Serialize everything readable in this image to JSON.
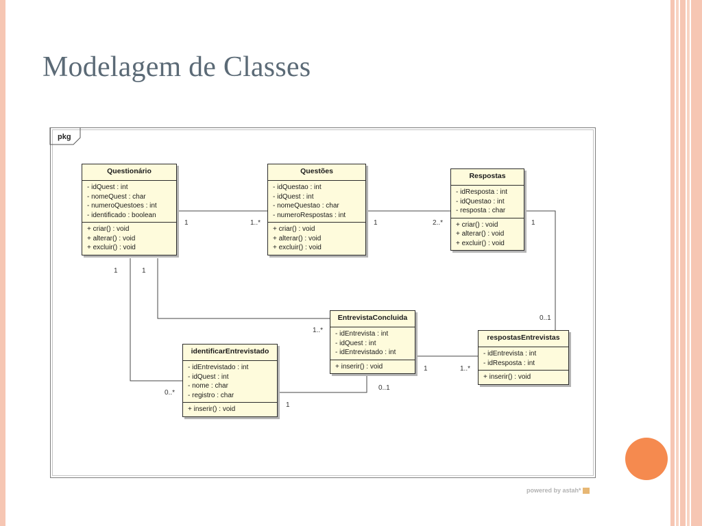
{
  "slide": {
    "title": "Modelagem de Classes"
  },
  "diagram": {
    "frame_label": "pkg",
    "classes": {
      "questionario": {
        "name": "Questionário",
        "attributes": [
          "- idQuest : int",
          "- nomeQuest : char",
          "- numeroQuestoes : int",
          "- identificado : boolean"
        ],
        "operations": [
          "+ criar() : void",
          "+ alterar() : void",
          "+ excluir() : void"
        ]
      },
      "questoes": {
        "name": "Questões",
        "attributes": [
          "- idQuestao : int",
          "- idQuest : int",
          "- nomeQuestao : char",
          "- numeroRespostas : int"
        ],
        "operations": [
          "+ criar() : void",
          "+ alterar() : void",
          "+ excluir() : void"
        ]
      },
      "respostas": {
        "name": "Respostas",
        "attributes": [
          "- idResposta : int",
          "- idQuestao : int",
          "- resposta : char"
        ],
        "operations": [
          "+ criar() : void",
          "+ alterar() : void",
          "+ excluir() : void"
        ]
      },
      "entrevistaConcluida": {
        "name": "EntrevistaConcluida",
        "attributes": [
          "- idEntrevista : int",
          "- idQuest : int",
          "- idEntrevistado : int"
        ],
        "operations": [
          "+ inserir() : void"
        ]
      },
      "respostasEntrevistas": {
        "name": "respostasEntrevistas",
        "attributes": [
          "- idEntrevista : int",
          "- idResposta : int"
        ],
        "operations": [
          "+ inserir() : void"
        ]
      },
      "identificarEntrevistado": {
        "name": "identificarEntrevistado",
        "attributes": [
          "- idEntrevistado : int",
          "- idQuest : int",
          "- nome : char",
          "- registro : char"
        ],
        "operations": [
          "+ inserir() : void"
        ]
      }
    },
    "multiplicities": {
      "q_qs_left": "1",
      "q_qs_right": "1..*",
      "qs_r_left": "1",
      "qs_r_right": "2..*",
      "r_re_top": "1",
      "r_re_bottom": "0..1",
      "q_down_left": "1",
      "q_down_right": "1",
      "ec_left": "1..*",
      "ie_left": "0..*",
      "ie_ec_left": "1",
      "ie_ec_right": "0..1",
      "ec_re_left": "1",
      "ec_re_right": "1..*"
    },
    "footer": "powered by astah*"
  },
  "colors": {
    "class_fill": "#fefbdc",
    "accent_orange": "#f58a4f",
    "border_peach": "#f6c6b3",
    "title_text": "#5b6a76"
  }
}
